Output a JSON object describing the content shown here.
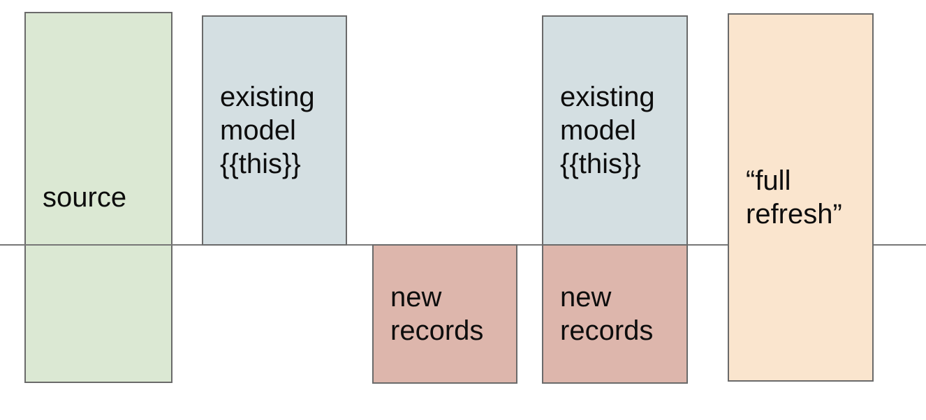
{
  "canvas": {
    "background": "#ffffff"
  },
  "stroke_color": "#6a6a6a",
  "text_color": "#0d0d0d",
  "timeline": {
    "color": "#777777"
  },
  "boxes": [
    {
      "id": "source",
      "label": "source",
      "fill": "#dbe8d3"
    },
    {
      "id": "existing-model-left",
      "label": "existing model {{this}}",
      "fill": "#d4dfe2"
    },
    {
      "id": "new-records-left",
      "label": "new records",
      "fill": "#ddb6ac"
    },
    {
      "id": "existing-model-right",
      "label": "existing model {{this}}",
      "fill": "#d4dfe2"
    },
    {
      "id": "new-records-right",
      "label": "new records",
      "fill": "#ddb6ac"
    },
    {
      "id": "full-refresh",
      "label": "“full refresh”",
      "fill": "#fae5ce"
    }
  ]
}
